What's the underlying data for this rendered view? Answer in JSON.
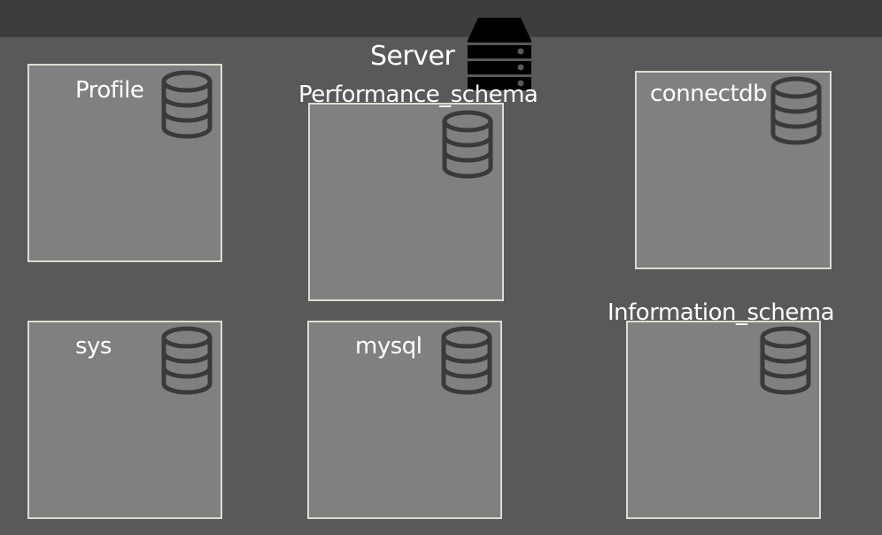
{
  "server": {
    "label": "Server",
    "icon": "server-icon"
  },
  "databases": {
    "profile": {
      "label": "Profile",
      "icon": "database-icon"
    },
    "performance_schema": {
      "label": "Performance_schema",
      "icon": "database-icon"
    },
    "connectdb": {
      "label": "connectdb",
      "icon": "database-icon"
    },
    "sys": {
      "label": "sys",
      "icon": "database-icon"
    },
    "mysql": {
      "label": "mysql",
      "icon": "database-icon"
    },
    "information_schema": {
      "label": "Information_schema",
      "icon": "database-icon"
    }
  },
  "colors": {
    "background": "#595959",
    "top_band": "#3d3d3d",
    "box_fill": "#808080",
    "box_border": "#dcdcd2",
    "icon_stroke": "#3a3a3a",
    "server_icon": "#000000",
    "text": "#ffffff"
  }
}
